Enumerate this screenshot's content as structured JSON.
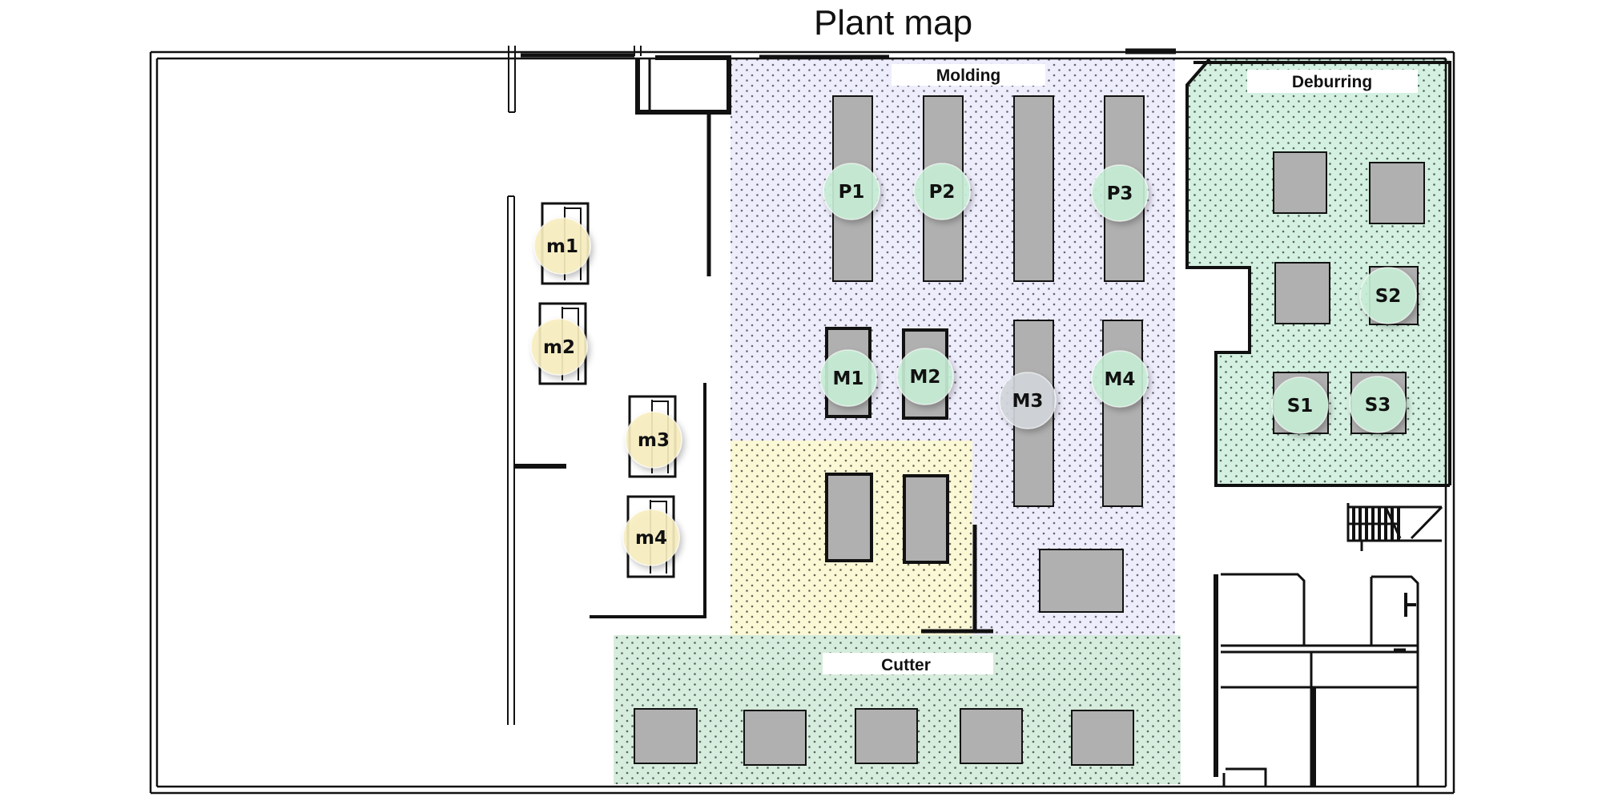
{
  "title": "Plant map",
  "colors": {
    "molding_zone": "#eeedfb",
    "deburring_zone": "#d4f0e0",
    "cutter_zone": "#d6ecdc",
    "assembly_zone": "#fbf8d6",
    "machine_fill": "#b0b0b0",
    "marker_active": "#c8eed6",
    "marker_idle": "#d3d7dc",
    "marker_manual": "#f8eec0",
    "dot": "#555566"
  },
  "zones": [
    {
      "id": "molding",
      "label": "Molding"
    },
    {
      "id": "deburring",
      "label": "Deburring"
    },
    {
      "id": "cutter",
      "label": "Cutter"
    },
    {
      "id": "assembly",
      "label": ""
    }
  ],
  "markers": [
    {
      "label": "P1",
      "zone": "molding",
      "status": "active"
    },
    {
      "label": "P2",
      "zone": "molding",
      "status": "active"
    },
    {
      "label": "P3",
      "zone": "molding",
      "status": "active"
    },
    {
      "label": "M1",
      "zone": "molding",
      "status": "active"
    },
    {
      "label": "M2",
      "zone": "molding",
      "status": "active"
    },
    {
      "label": "M3",
      "zone": "molding",
      "status": "idle"
    },
    {
      "label": "M4",
      "zone": "molding",
      "status": "active"
    },
    {
      "label": "S1",
      "zone": "deburring",
      "status": "active"
    },
    {
      "label": "S2",
      "zone": "deburring",
      "status": "active"
    },
    {
      "label": "S3",
      "zone": "deburring",
      "status": "active"
    },
    {
      "label": "m1",
      "zone": "manual",
      "status": "manual"
    },
    {
      "label": "m2",
      "zone": "manual",
      "status": "manual"
    },
    {
      "label": "m3",
      "zone": "manual",
      "status": "manual"
    },
    {
      "label": "m4",
      "zone": "manual",
      "status": "manual"
    }
  ]
}
